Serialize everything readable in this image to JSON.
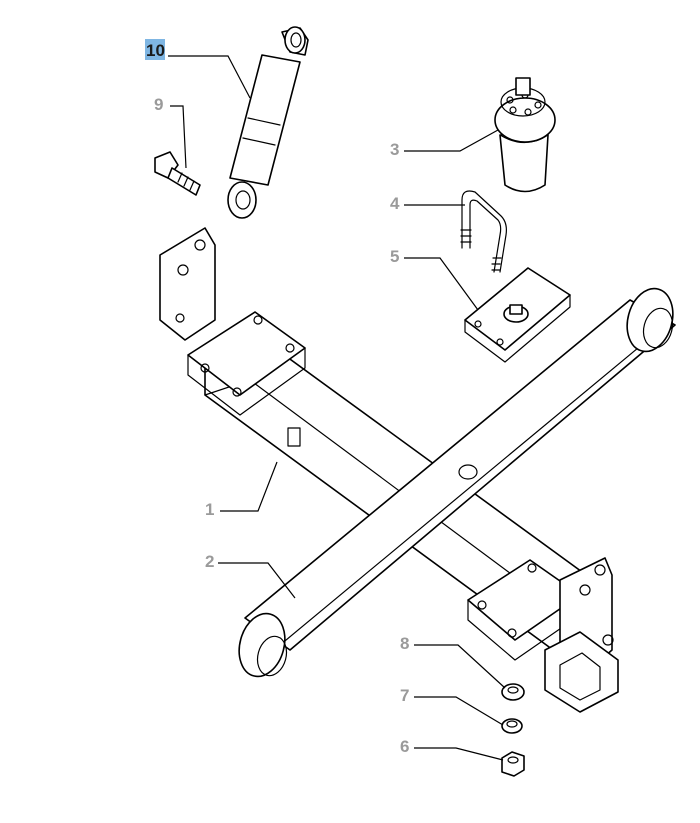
{
  "colors": {
    "callout_text": "#9a9a9a",
    "selected_callout_text": "#1a1a1a",
    "selected_callout_highlight": "#7fb6e3",
    "line_art": "#000000",
    "background": "#ffffff"
  },
  "selected_callout": "10",
  "callouts": [
    {
      "id": "c1",
      "label": "1",
      "part": "frame-crossmember"
    },
    {
      "id": "c2",
      "label": "2",
      "part": "leaf-spring"
    },
    {
      "id": "c3",
      "label": "3",
      "part": "rubber-bump-stop"
    },
    {
      "id": "c4",
      "label": "4",
      "part": "u-bolt"
    },
    {
      "id": "c5",
      "label": "5",
      "part": "spring-clamp-plate"
    },
    {
      "id": "c6",
      "label": "6",
      "part": "nut"
    },
    {
      "id": "c7",
      "label": "7",
      "part": "spring-washer"
    },
    {
      "id": "c8",
      "label": "8",
      "part": "flat-washer"
    },
    {
      "id": "c9",
      "label": "9",
      "part": "bolt"
    },
    {
      "id": "c10",
      "label": "10",
      "part": "shock-absorber"
    }
  ]
}
